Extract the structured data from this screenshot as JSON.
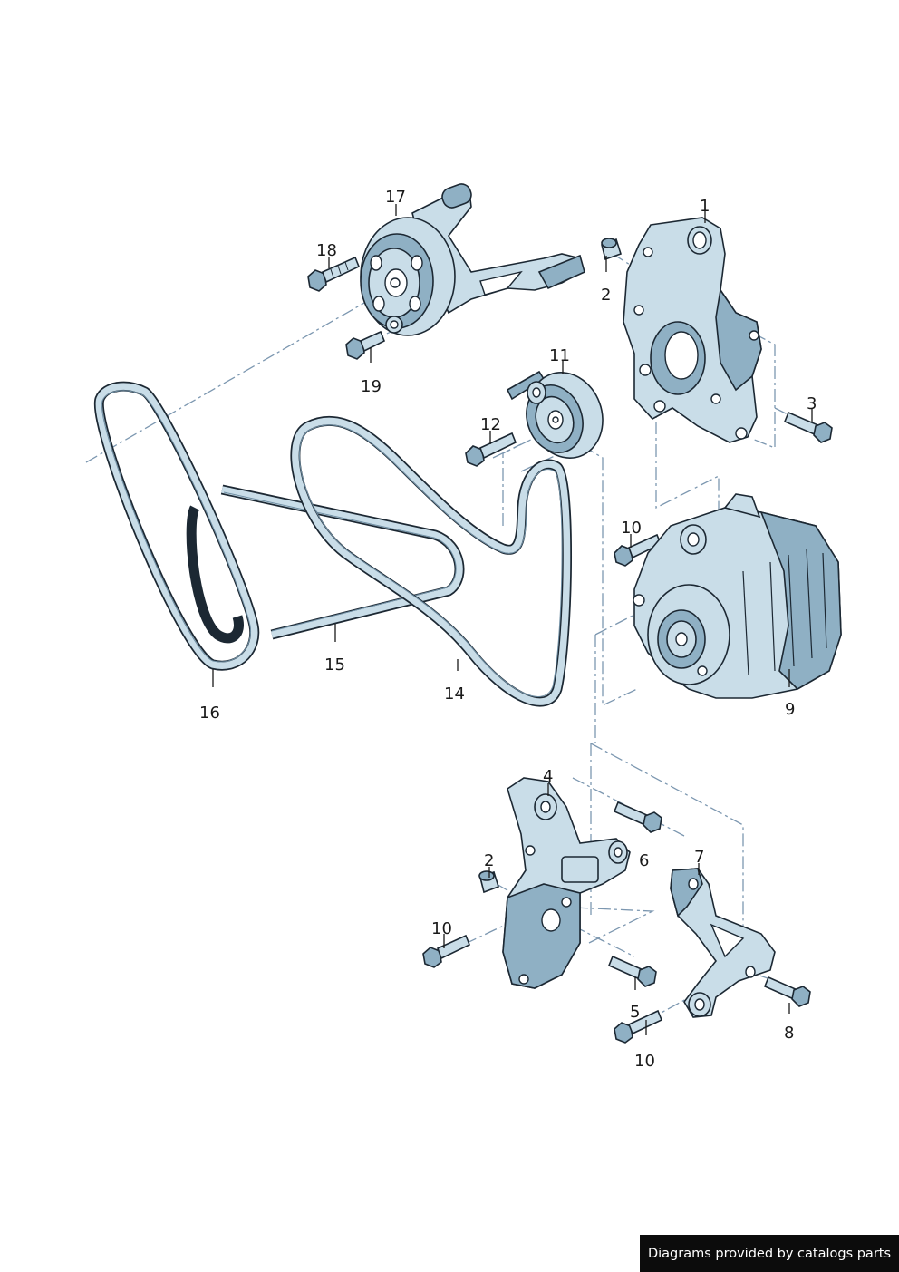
{
  "diagram": {
    "callouts": [
      {
        "id": "c1",
        "text": "1"
      },
      {
        "id": "c2a",
        "text": "2"
      },
      {
        "id": "c3",
        "text": "3"
      },
      {
        "id": "c4",
        "text": "4"
      },
      {
        "id": "c5",
        "text": "5"
      },
      {
        "id": "c6",
        "text": "6"
      },
      {
        "id": "c7",
        "text": "7"
      },
      {
        "id": "c8",
        "text": "8"
      },
      {
        "id": "c9",
        "text": "9"
      },
      {
        "id": "c10a",
        "text": "10"
      },
      {
        "id": "c10b",
        "text": "10"
      },
      {
        "id": "c10c",
        "text": "10"
      },
      {
        "id": "c11",
        "text": "11"
      },
      {
        "id": "c12",
        "text": "12"
      },
      {
        "id": "c14",
        "text": "14"
      },
      {
        "id": "c15",
        "text": "15"
      },
      {
        "id": "c16",
        "text": "16"
      },
      {
        "id": "c17",
        "text": "17"
      },
      {
        "id": "c18",
        "text": "18"
      },
      {
        "id": "c19",
        "text": "19"
      },
      {
        "id": "c2b",
        "text": "2"
      }
    ]
  },
  "colors": {
    "part_fill": "#c9dde8",
    "part_shadow": "#8fb0c4",
    "outline": "#1c2833",
    "dash_line": "#7c97b0"
  },
  "footer": {
    "badge_text": "Diagrams provided by catalogs parts"
  }
}
